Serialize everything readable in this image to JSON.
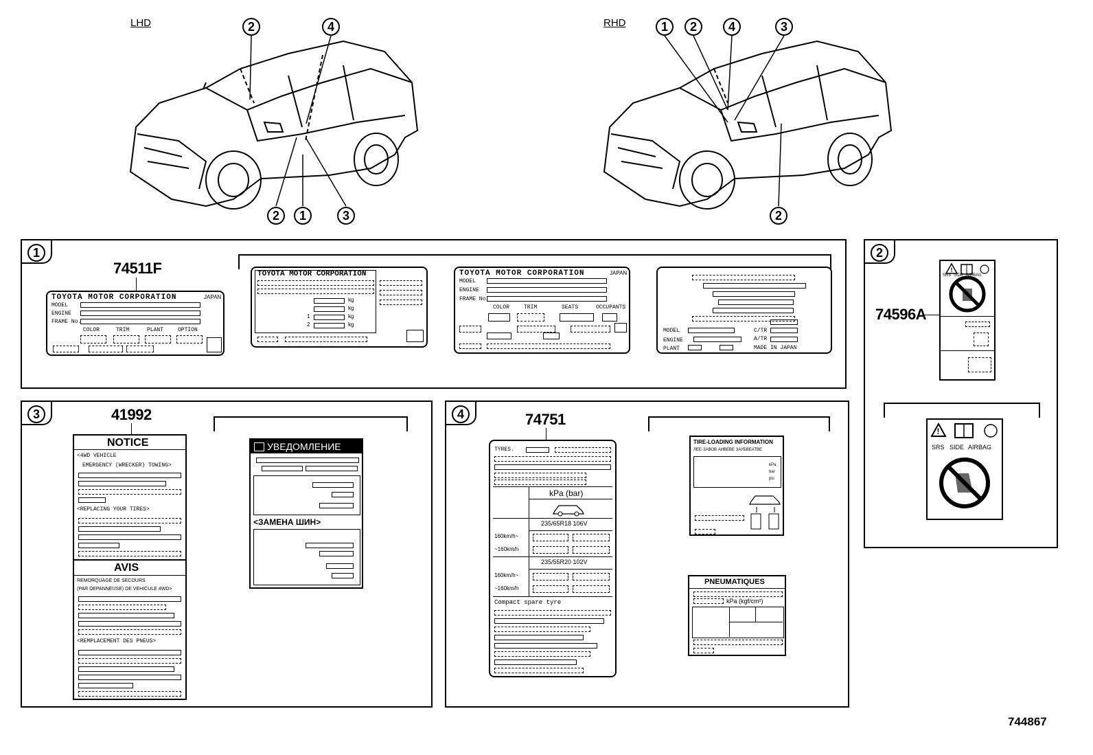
{
  "headings": {
    "lhd": "LHD",
    "rhd": "RHD"
  },
  "callouts": {
    "one": "1",
    "two": "2",
    "three": "3",
    "four": "4"
  },
  "part_numbers": {
    "vin_plate": "74511F",
    "srs_label": "74596A",
    "tow_notice": "41992",
    "tire_label": "74751"
  },
  "diagram_code": "744867",
  "vin_plate": {
    "maker": "TOYOTA MOTOR CORPORATION",
    "country": "JAPAN",
    "fields": [
      "MODEL",
      "ENGINE",
      "FRAME No."
    ],
    "columns": [
      "COLOR",
      "TRIM",
      "PLANT",
      "OPTION"
    ]
  },
  "weight_label": {
    "maker": "TOYOTA MOTOR CORPORATION",
    "units": [
      "kg",
      "kg",
      "kg",
      "kg"
    ],
    "axle_marks": [
      "1",
      "2"
    ]
  },
  "vin_plate_b": {
    "maker": "TOYOTA MOTOR CORPORATION",
    "country": "JAPAN",
    "fields": [
      "MODEL",
      "ENGINE",
      "FRAME No."
    ],
    "columns": [
      "COLOR",
      "TRIM",
      "SEATS",
      "OCCUPANTS"
    ]
  },
  "data_plate": {
    "fields": [
      "MODEL",
      "ENGINE",
      "PLANT"
    ],
    "right_fields": [
      "C/TR",
      "A/TR"
    ],
    "made_in": "MADE IN JAPAN"
  },
  "srs": {
    "labels": [
      "SRS",
      "SIDE",
      "AIRBAG"
    ]
  },
  "notice": {
    "title": "NOTICE",
    "line1": "<4WD VEHICLE",
    "line2": "EMERGENCY (WRECKER) TOWING>",
    "section2": "<REPLACING YOUR TIRES>",
    "title_fr": "AVIS",
    "fr1": "REMORQUAGE DE SECOURS",
    "fr2": "(PAR DEPANNEUSE) DE VEHICULE 4WD>",
    "section2_fr": "<REMPLACEMENT DES PNEUS>"
  },
  "notice_ru": {
    "title": "УВЕДОМЛЕНИЕ",
    "section2": "<ЗАМЕНА ШИН>"
  },
  "tire": {
    "heading": "TYRES.",
    "unit": "kPa (bar)",
    "size1": "235/65R18  106V",
    "size2": "235/55R20  102V",
    "speed_hi": "160km/h~",
    "speed_lo": "~160km/h",
    "compact": "Compact  spare tyre"
  },
  "tire_info": {
    "title": "TIRE-LOADING INFORMATION",
    "subtitle": "ЛЕЕ-ЗАВОВ АИВЕВЕ ЗАУБВЕАТВЕ",
    "units": [
      "kPa",
      "bar",
      "psi"
    ]
  },
  "pneu": {
    "title": "PNEUMATIQUES",
    "unit": "kPa (kgf/cm²)"
  }
}
